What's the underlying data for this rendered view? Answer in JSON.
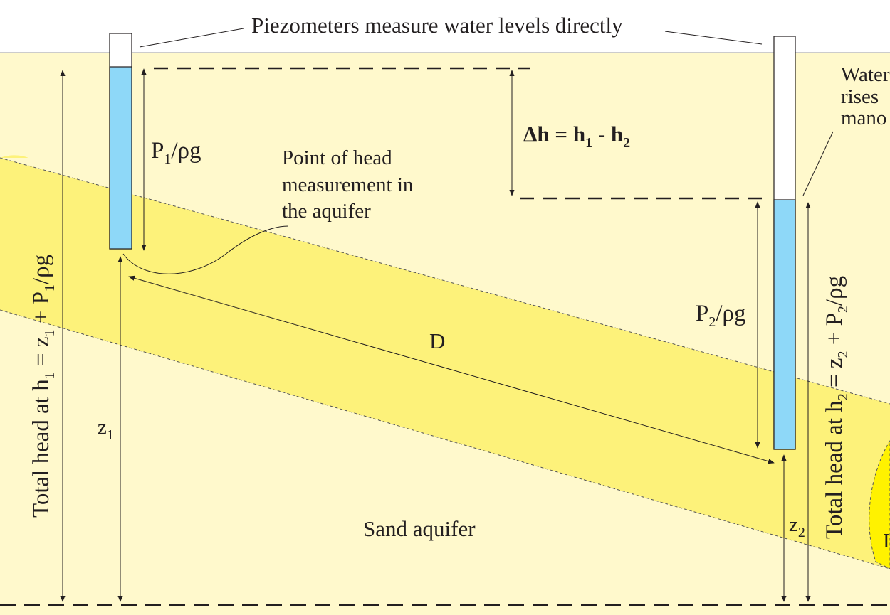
{
  "title": "Piezometers measure water levels directly",
  "labels": {
    "water_rises_1": "Water",
    "water_rises_2": "rises",
    "water_rises_3": "mano",
    "delta_h_main": "Δh = h",
    "delta_h_sub1": "1",
    "delta_h_mid": " - h",
    "delta_h_sub2": "2",
    "p1_main": "P",
    "p1_sub": "1",
    "p1_tail": "/ρg",
    "p2_main": "P",
    "p2_sub": "2",
    "p2_tail": "/ρg",
    "point_1": "Point of head",
    "point_2": "measurement in",
    "point_3": "the aquifer",
    "distance": "D",
    "z1_main": "z",
    "z1_sub": "1",
    "z2_main": "z",
    "z2_sub": "2",
    "sand_aquifer": "Sand aquifer",
    "total_head_1_a": "Total head at h",
    "total_head_1_sub_h": "1",
    "total_head_1_b": " = z",
    "total_head_1_sub_z": "1",
    "total_head_1_c": " + P",
    "total_head_1_sub_p": "1",
    "total_head_1_d": "/ρg",
    "total_head_2_a": "Total head at h",
    "total_head_2_sub_h": "2",
    "total_head_2_b": " = z",
    "total_head_2_sub_z": "2",
    "total_head_2_c": " + P",
    "total_head_2_sub_p": "2",
    "total_head_2_d": "/ρg",
    "partial_letter": "I"
  },
  "colors": {
    "ground": "#fff9cc",
    "aquifer": "#fdf27a",
    "aquifer_end": "#fff200",
    "water": "#8ed8f8",
    "line": "#231f20"
  }
}
